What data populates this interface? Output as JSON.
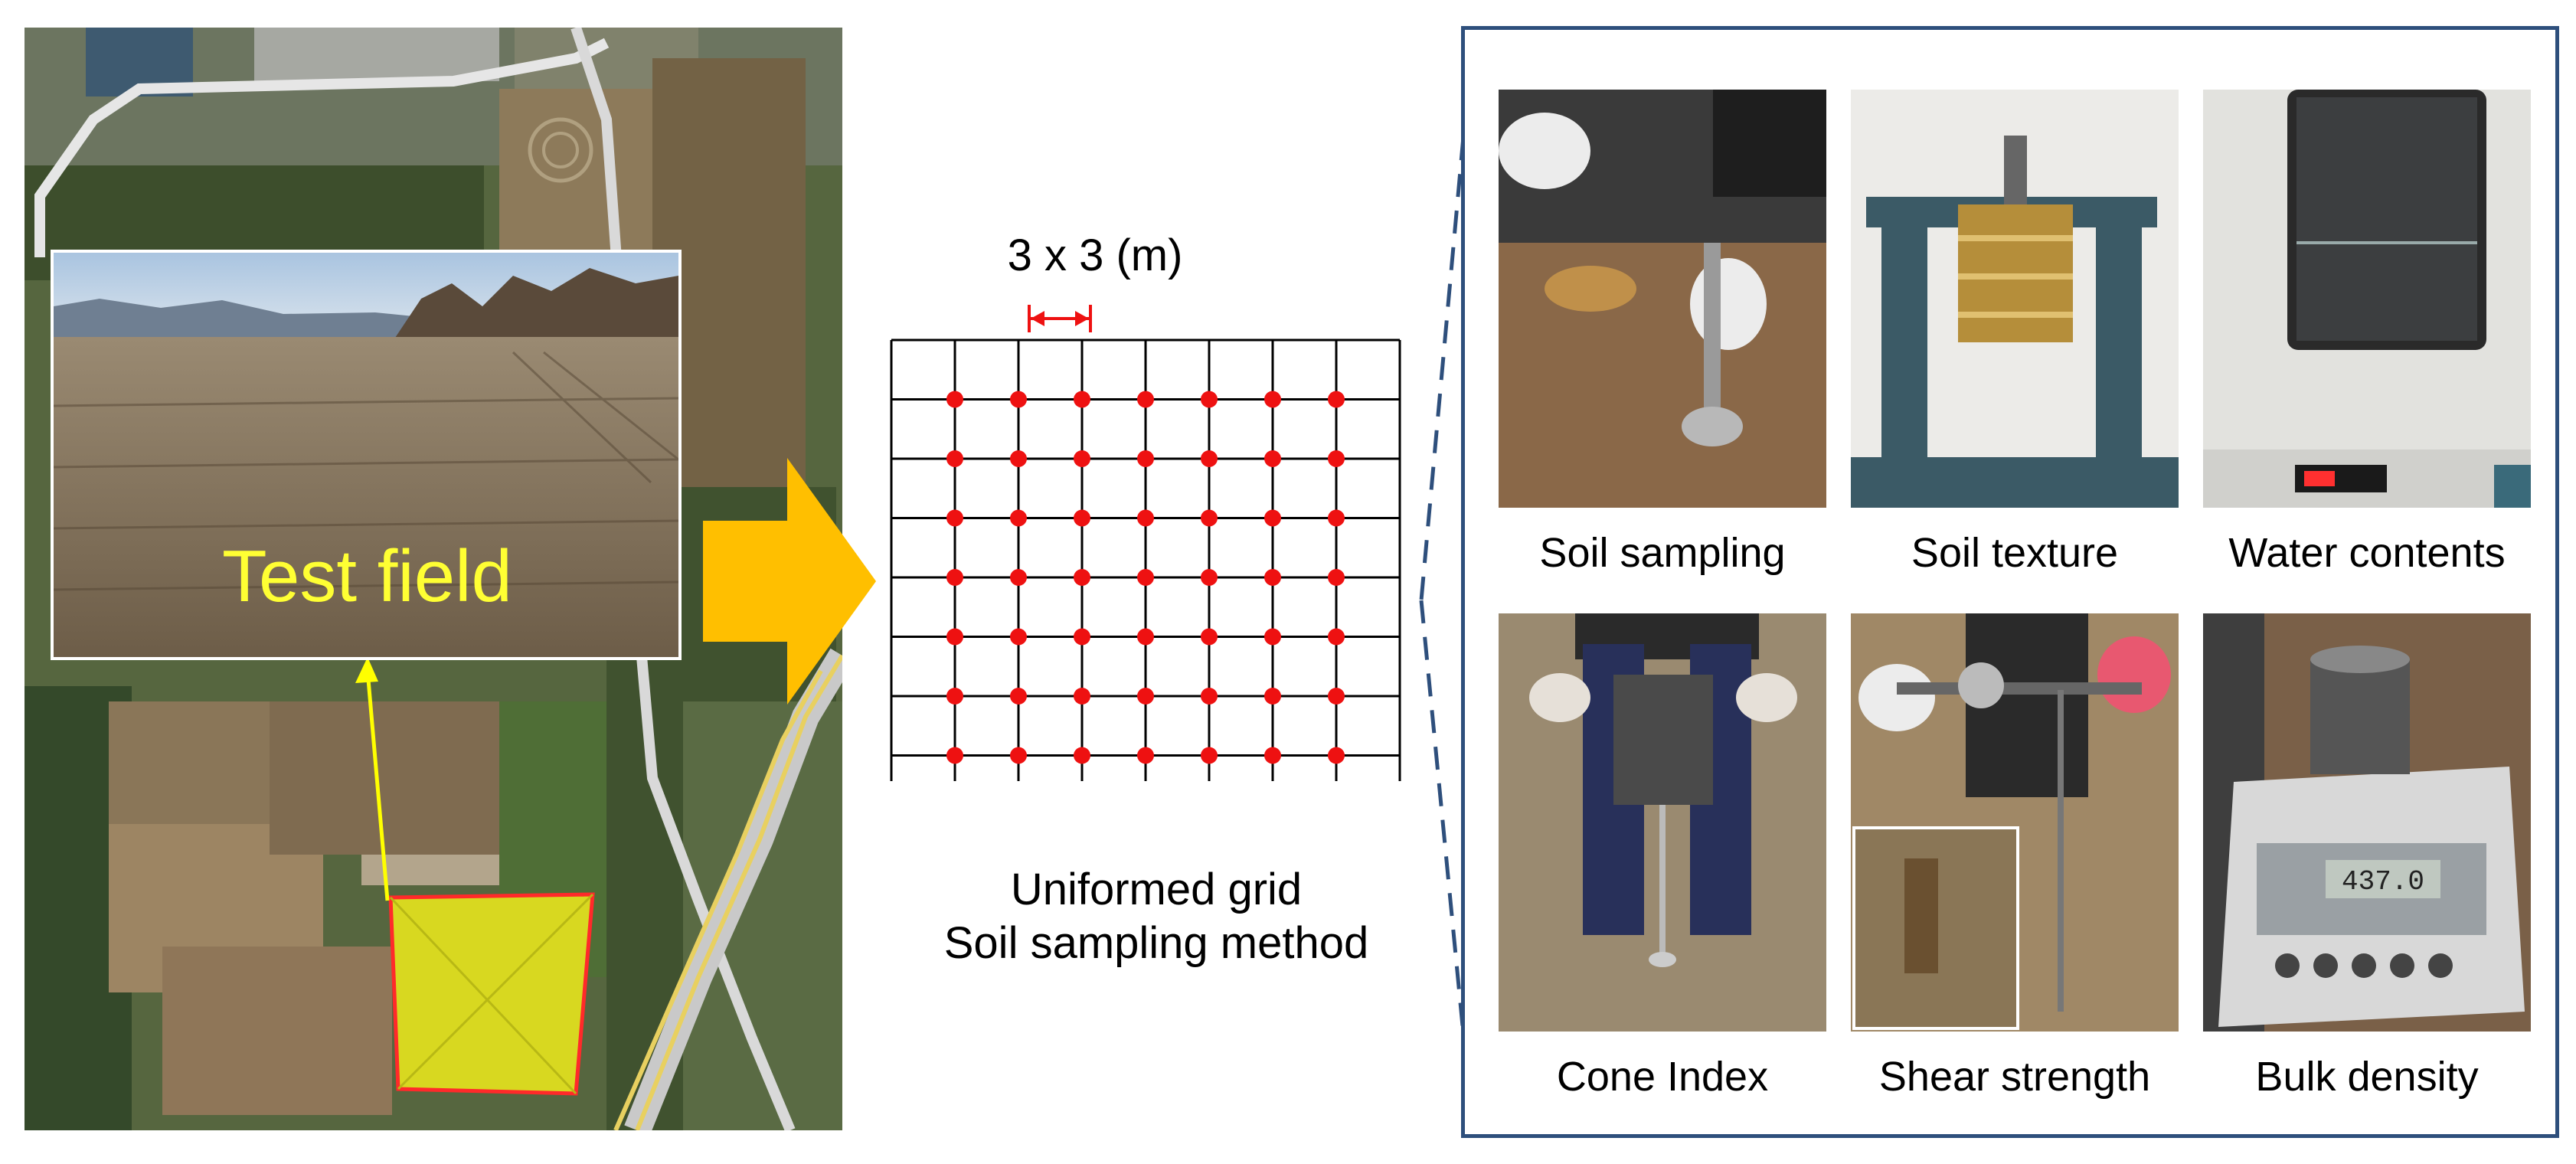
{
  "left": {
    "field_label": "Test field"
  },
  "grid": {
    "spacing_label": "3 x 3 (m)",
    "caption_line1": "Uniformed grid",
    "caption_line2": "Soil sampling method",
    "rows": 7,
    "cols": 7,
    "point_color": "#ee1111",
    "line_color": "#000000"
  },
  "panel": {
    "border_color": "#2e4f7c",
    "photos": [
      {
        "caption": "Soil sampling"
      },
      {
        "caption": "Soil texture"
      },
      {
        "caption": "Water contents"
      },
      {
        "caption": "Cone Index"
      },
      {
        "caption": "Shear strength"
      },
      {
        "caption": "Bulk density"
      }
    ],
    "scale_readout": "437.0"
  },
  "colors": {
    "arrow": "#ffbf00",
    "field_label": "#ffff33",
    "highlight_fill": "#d8d820",
    "highlight_border": "#ff2a2a",
    "pointer_line": "#ffff00"
  }
}
